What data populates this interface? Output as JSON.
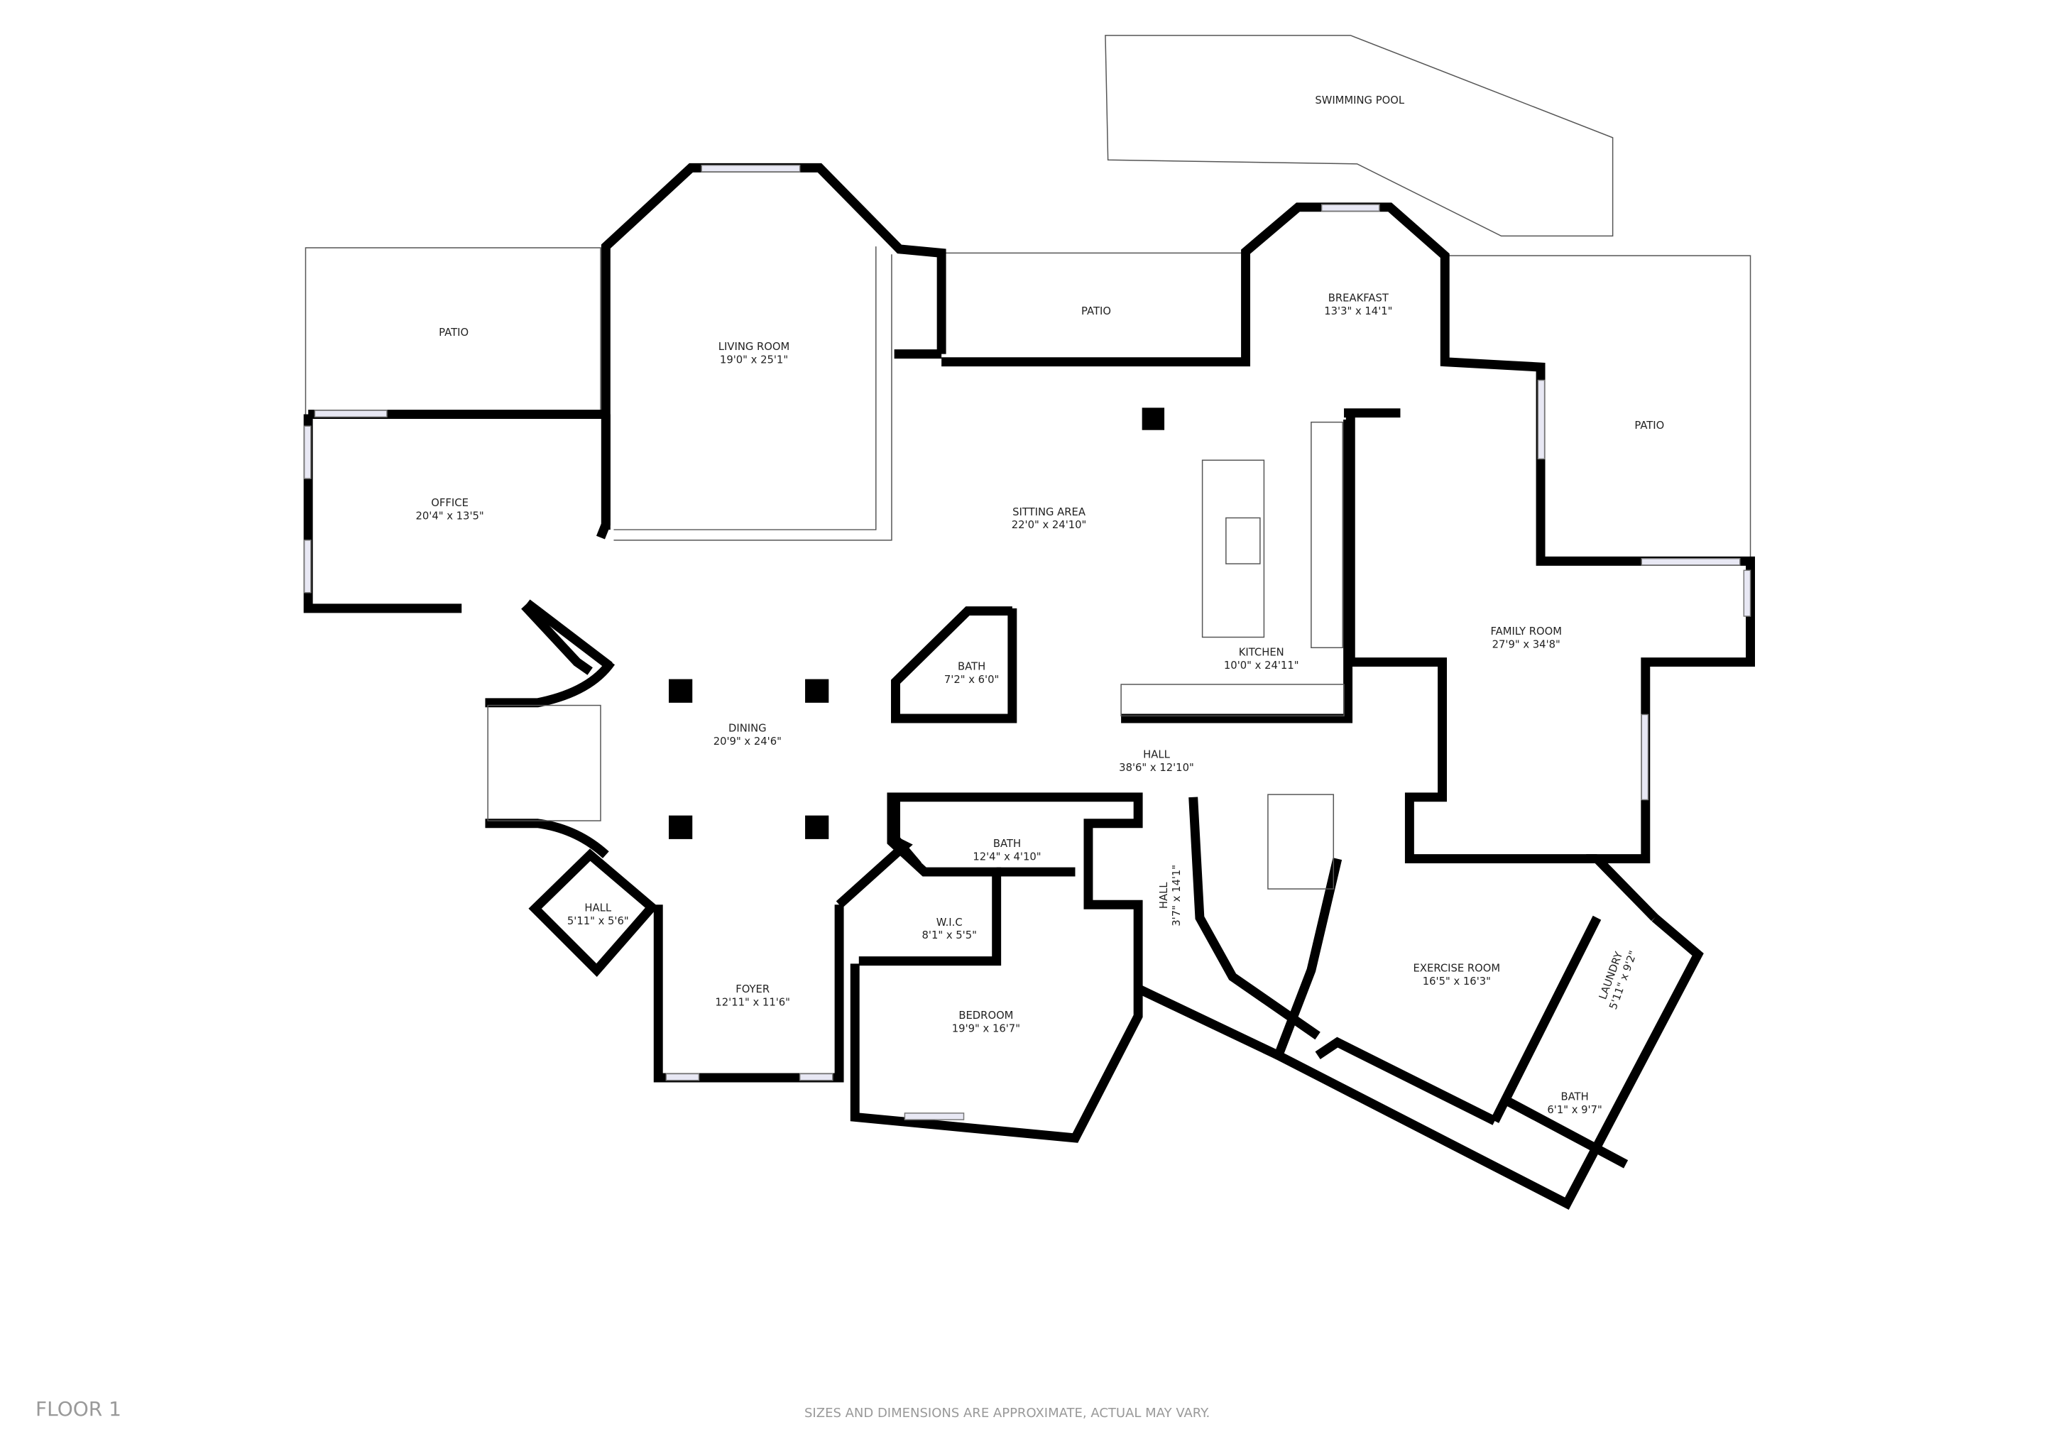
{
  "floor_label": "FLOOR 1",
  "disclaimer": "SIZES AND DIMENSIONS ARE APPROXIMATE, ACTUAL MAY VARY.",
  "rooms": {
    "swimming_pool": {
      "name": "SWIMMING POOL"
    },
    "patio_left": {
      "name": "PATIO"
    },
    "patio_middle": {
      "name": "PATIO"
    },
    "patio_right": {
      "name": "PATIO"
    },
    "living_room": {
      "name": "LIVING ROOM",
      "size": "19'0\" x 25'1\""
    },
    "office": {
      "name": "OFFICE",
      "size": "20'4\" x 13'5\""
    },
    "breakfast": {
      "name": "BREAKFAST",
      "size": "13'3\" x 14'1\""
    },
    "sitting_area": {
      "name": "SITTING AREA",
      "size": "22'0\" x 24'10\""
    },
    "kitchen": {
      "name": "KITCHEN",
      "size": "10'0\" x 24'11\""
    },
    "family_room": {
      "name": "FAMILY ROOM",
      "size": "27'9\" x 34'8\""
    },
    "bath_small": {
      "name": "BATH",
      "size": "7'2\" x 6'0\""
    },
    "dining": {
      "name": "DINING",
      "size": "20'9\" x 24'6\""
    },
    "hall_main": {
      "name": "HALL",
      "size": "38'6\" x 12'10\""
    },
    "bath_hall": {
      "name": "BATH",
      "size": "12'4\" x 4'10\""
    },
    "hall_small": {
      "name": "HALL",
      "size": "5'11\" x 5'6\""
    },
    "wic": {
      "name": "W.I.C",
      "size": "8'1\" x 5'5\""
    },
    "hall_vertical": {
      "name": "HALL",
      "size": "3'7\" x 14'1\""
    },
    "foyer": {
      "name": "FOYER",
      "size": "12'11\" x 11'6\""
    },
    "bedroom": {
      "name": "BEDROOM",
      "size": "19'9\" x 16'7\""
    },
    "exercise_room": {
      "name": "EXERCISE ROOM",
      "size": "16'5\" x 16'3\""
    },
    "laundry": {
      "name": "LAUNDRY",
      "size": "5'11\" x 9'2\""
    },
    "bath_exercise": {
      "name": "BATH",
      "size": "6'1\" x 9'7\""
    }
  }
}
